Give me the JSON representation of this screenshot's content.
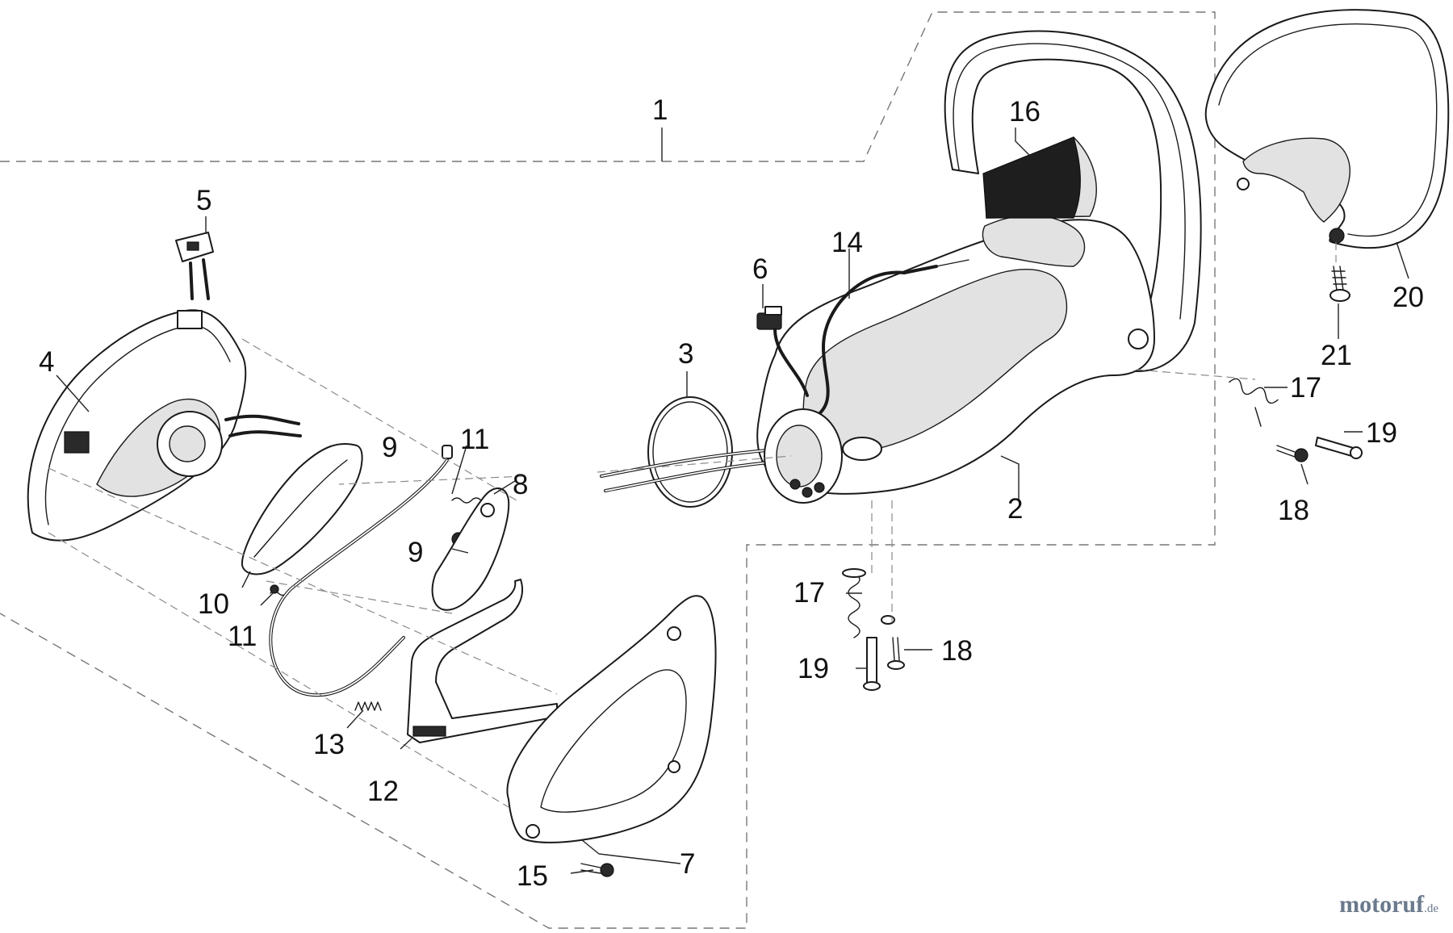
{
  "watermark": {
    "text": "motoruf",
    "suffix": ".de"
  },
  "callouts": [
    {
      "id": "c1",
      "label": "1"
    },
    {
      "id": "c2",
      "label": "2"
    },
    {
      "id": "c3",
      "label": "3"
    },
    {
      "id": "c4",
      "label": "4"
    },
    {
      "id": "c5",
      "label": "5"
    },
    {
      "id": "c6",
      "label": "6"
    },
    {
      "id": "c7",
      "label": "7"
    },
    {
      "id": "c8",
      "label": "8"
    },
    {
      "id": "c9a",
      "label": "9"
    },
    {
      "id": "c9b",
      "label": "9"
    },
    {
      "id": "c10",
      "label": "10"
    },
    {
      "id": "c11a",
      "label": "11"
    },
    {
      "id": "c11b",
      "label": "11"
    },
    {
      "id": "c12",
      "label": "12"
    },
    {
      "id": "c13",
      "label": "13"
    },
    {
      "id": "c14",
      "label": "14"
    },
    {
      "id": "c15",
      "label": "15"
    },
    {
      "id": "c16",
      "label": "16"
    },
    {
      "id": "c17a",
      "label": "17"
    },
    {
      "id": "c17b",
      "label": "17"
    },
    {
      "id": "c18a",
      "label": "18"
    },
    {
      "id": "c18b",
      "label": "18"
    },
    {
      "id": "c19a",
      "label": "19"
    },
    {
      "id": "c19b",
      "label": "19"
    },
    {
      "id": "c20",
      "label": "20"
    },
    {
      "id": "c21",
      "label": "21"
    }
  ]
}
